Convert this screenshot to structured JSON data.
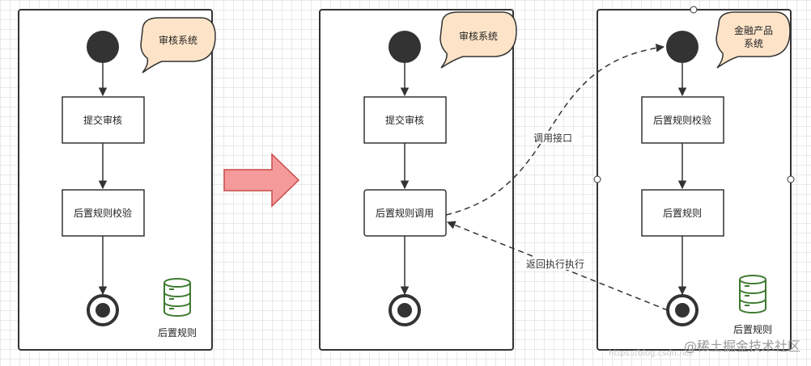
{
  "panels": [
    {
      "bubble": "审核系统",
      "steps": [
        "提交审核",
        "后置规则校验"
      ],
      "database": "后置规则"
    },
    {
      "bubble": "审核系统",
      "steps": [
        "提交审核",
        "后置规则调用"
      ]
    },
    {
      "bubble_line1": "金融产品",
      "bubble_line2": "系统",
      "steps": [
        "后置规则校验",
        "后置规则"
      ],
      "database": "后置规则"
    }
  ],
  "edges": {
    "call": "调用接口",
    "return": "返回执行执行"
  },
  "watermark": {
    "main": "@稀土掘金技术社区",
    "faint": "https://blog.csdn.net"
  },
  "colors": {
    "arrow_fill": "#f59a9a",
    "arrow_stroke": "#c94b4b",
    "bubble_fill": "#fde4c8",
    "db_color": "#3d7a2e"
  }
}
